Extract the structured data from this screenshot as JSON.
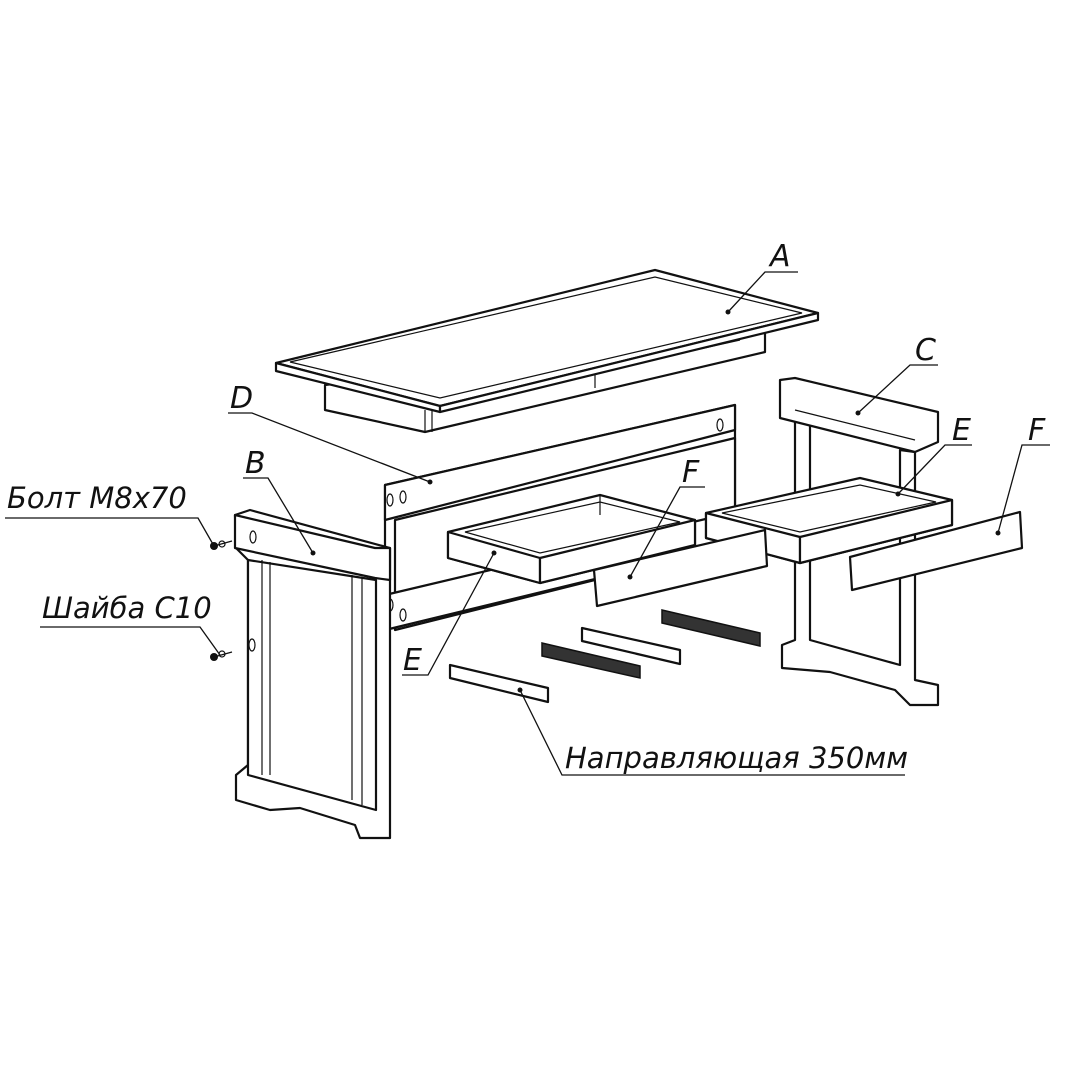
{
  "labels": {
    "a": "A",
    "b": "B",
    "c": "C",
    "d": "D",
    "e_left": "E",
    "e_right": "E",
    "f_left": "F",
    "f_right": "F",
    "bolt": "Болт М8х70",
    "washer": "Шайба С10",
    "rail": "Направляющая 350мм"
  },
  "colors": {
    "line": "#111111",
    "background": "#ffffff"
  }
}
